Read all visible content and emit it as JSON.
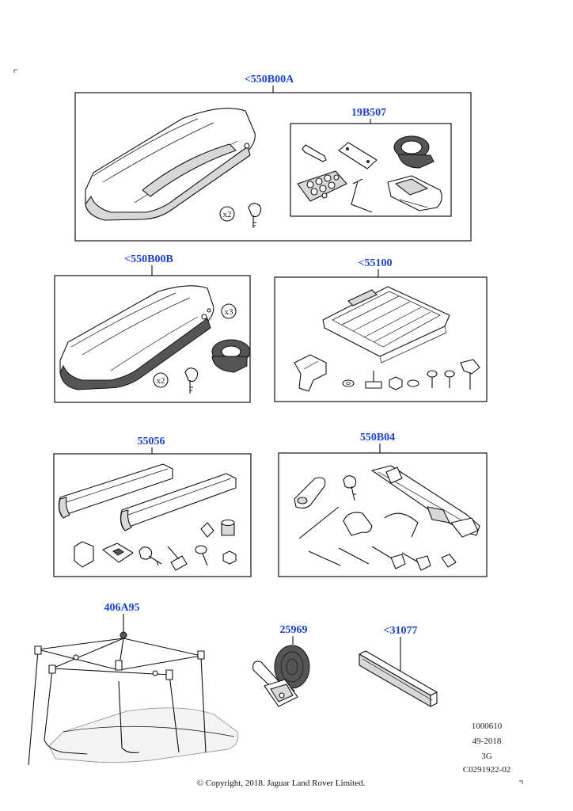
{
  "callouts": {
    "roof_box_a": "<550B00A",
    "accessory_kit": "19B507",
    "roof_box_b": "<550B00B",
    "luggage_rack": "<55100",
    "ski_carrier": "55056",
    "bike_carrier": "550B04",
    "box_hoist": "406A95",
    "ratchet_strap": "25969",
    "roof_rail": "<31077"
  },
  "quantity_badges": {
    "keys_a": "x2",
    "keys_b": "x2",
    "straps_b": "x3"
  },
  "reference": {
    "line1": "1000610",
    "line2": "49-2018",
    "line3": "3G",
    "line4": "C0291922-02"
  },
  "footer": {
    "copyright": "© Copyright, 2018. Jaguar Land Rover Limited."
  },
  "colors": {
    "callout_text": "#1a3fd6",
    "line_art": "#111111"
  }
}
